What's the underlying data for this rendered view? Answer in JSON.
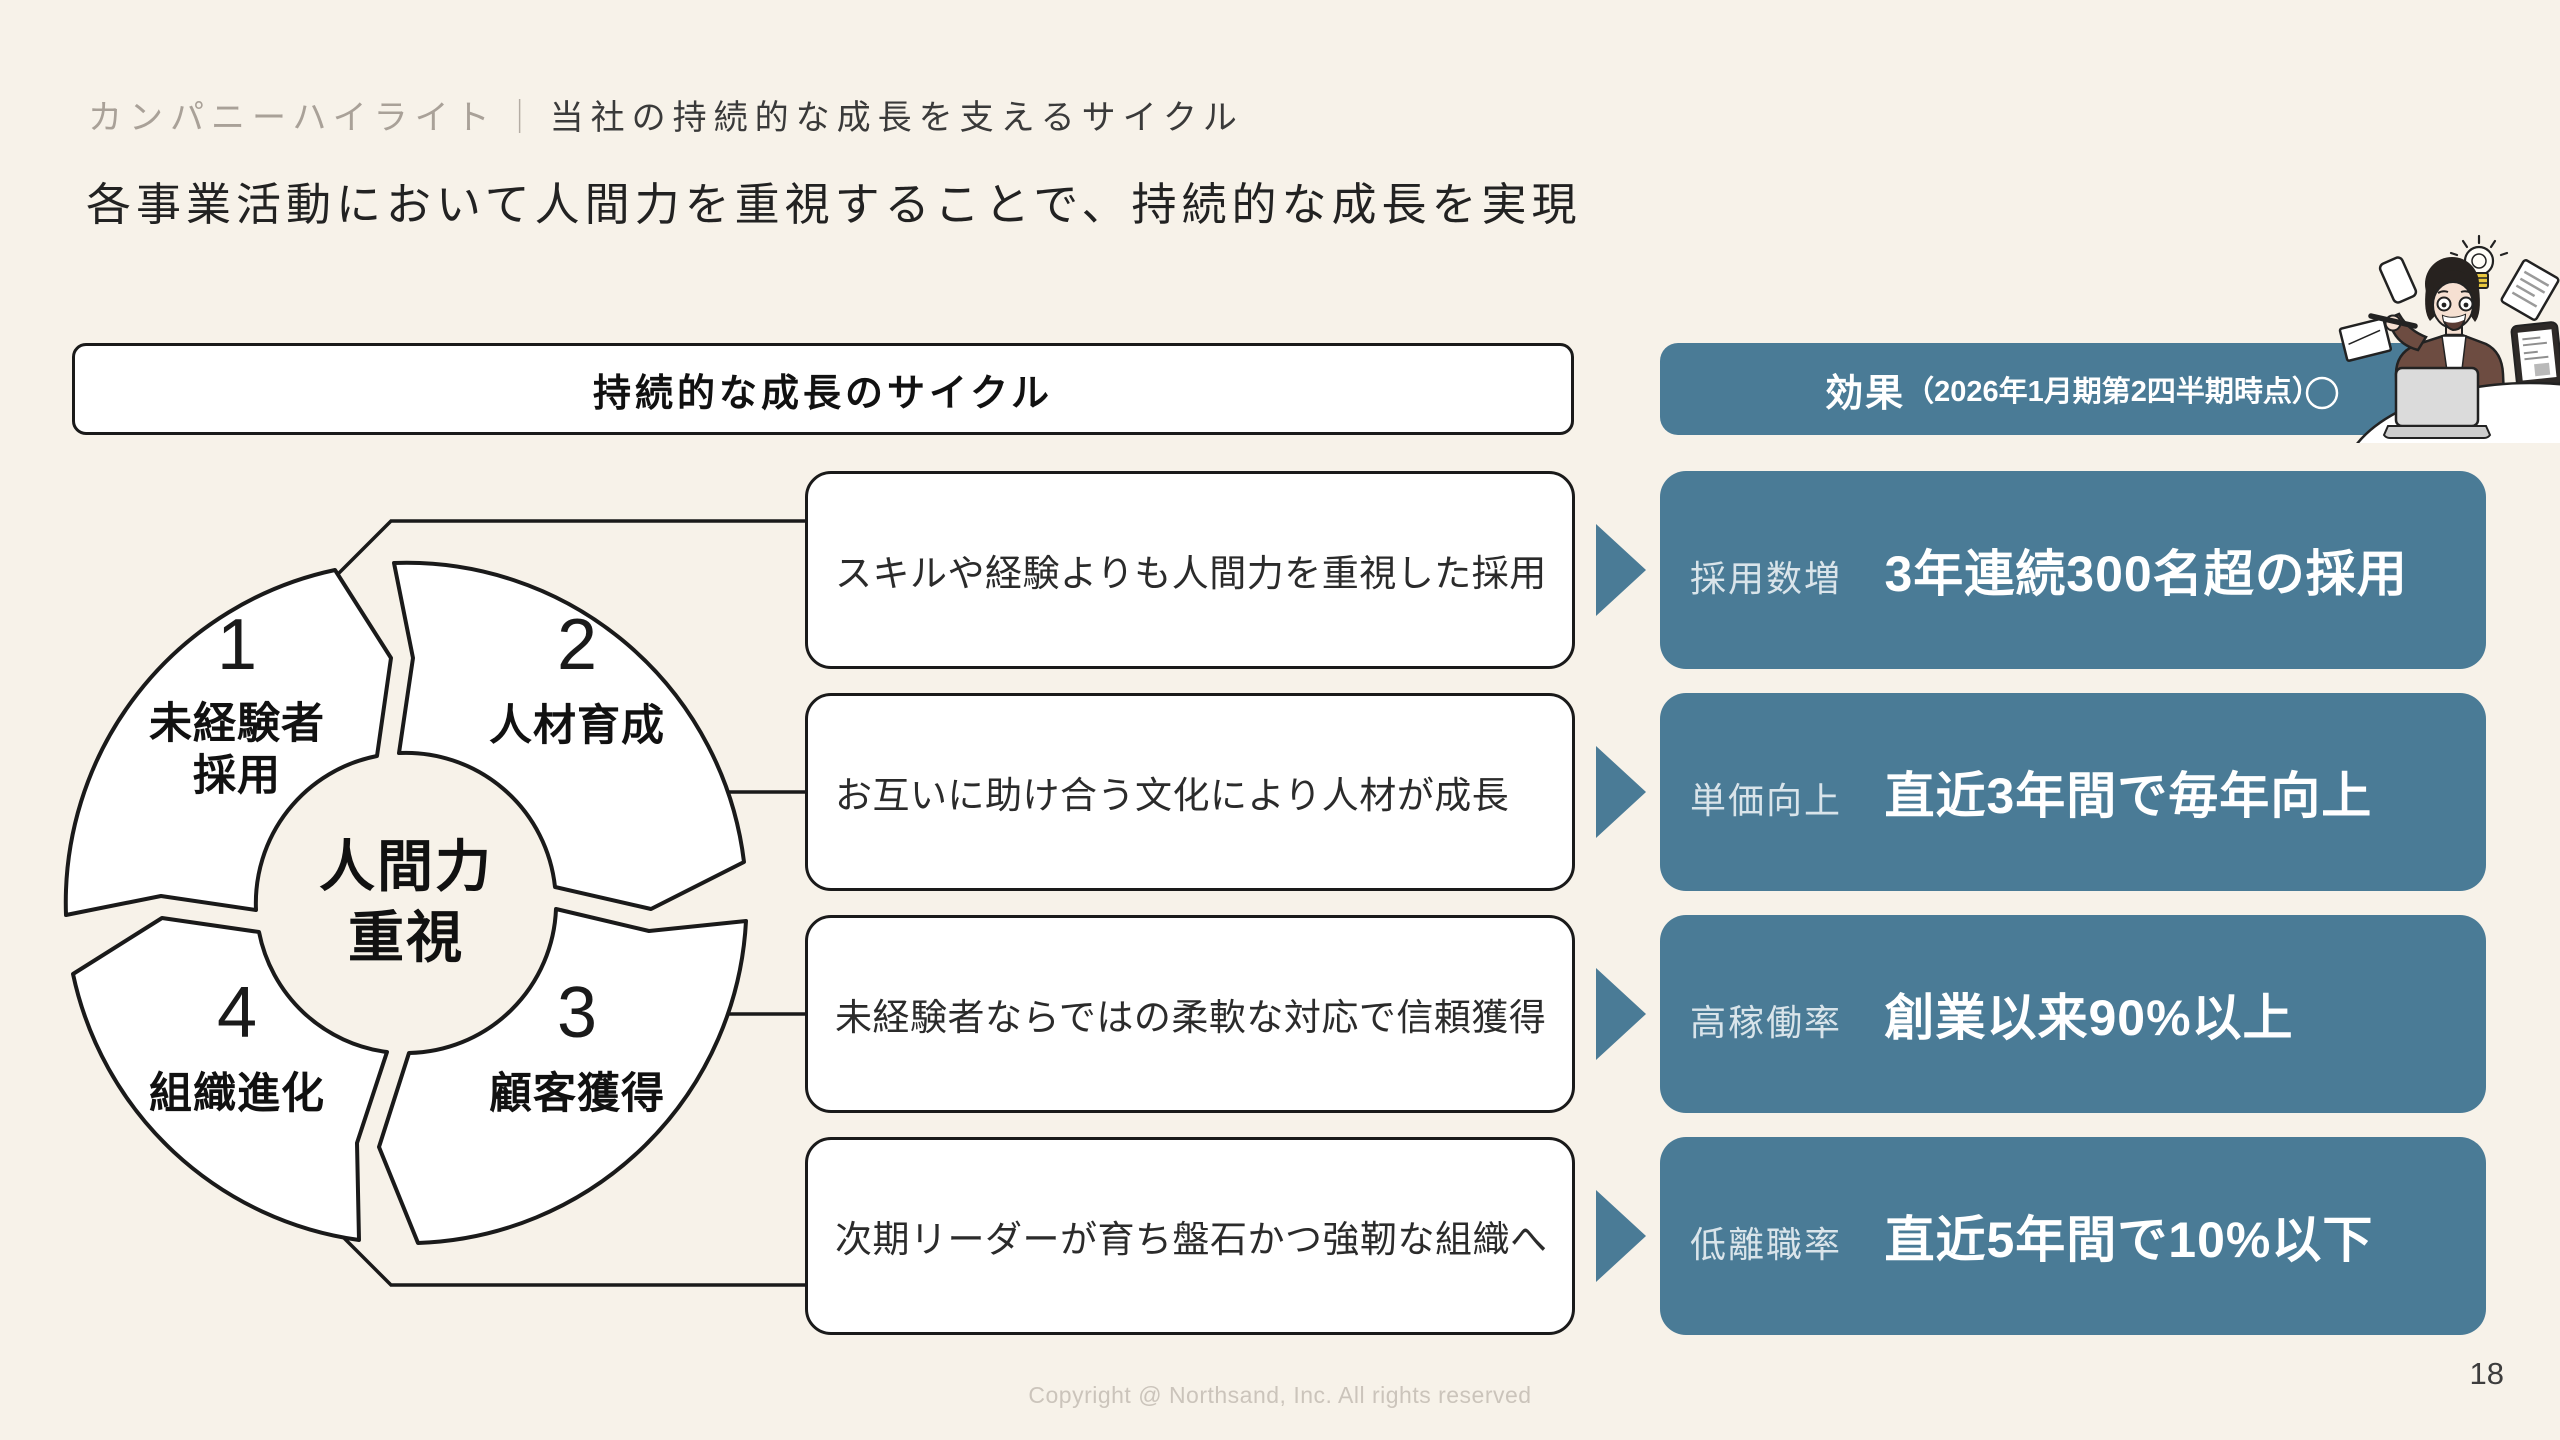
{
  "page": {
    "breadcrumb": {
      "section": "カンパニーハイライト",
      "separator": "｜",
      "title": "当社の持続的な成長を支えるサイクル"
    },
    "headline": "各事業活動において人間力を重視することで、持続的な成長を実現",
    "cycle_panel": {
      "header": "持続的な成長のサイクル",
      "center": "人間力\n重視",
      "segments": [
        {
          "number": "1",
          "label": "未経験者\n採用"
        },
        {
          "number": "2",
          "label": "人材育成"
        },
        {
          "number": "3",
          "label": "顧客獲得"
        },
        {
          "number": "4",
          "label": "組織進化"
        }
      ],
      "steps": [
        "スキルや経験よりも人間力を重視した採用",
        "お互いに助け合う文化により人材が成長",
        "未経験者ならではの柔軟な対応で信頼獲得",
        "次期リーダーが育ち盤石かつ強靭な組織へ"
      ]
    },
    "effects_panel": {
      "header_title": "効果",
      "header_note": "（2026年1月期第2四半期時点）",
      "items": [
        {
          "label": "採用数増",
          "value": "3年連続300名超の採用"
        },
        {
          "label": "単価向上",
          "value": "直近3年間で毎年向上"
        },
        {
          "label": "高稼働率",
          "value": "創業以来90%以上"
        },
        {
          "label": "低離職率",
          "value": "直近5年間で10%以下"
        }
      ]
    },
    "footer": {
      "copyright": "Copyright @ Northsand, Inc. All rights reserved",
      "page_number": "18"
    },
    "colors": {
      "background": "#f7f2e9",
      "accent_teal": "#4a7b96",
      "ink": "#1a1a1a"
    }
  }
}
